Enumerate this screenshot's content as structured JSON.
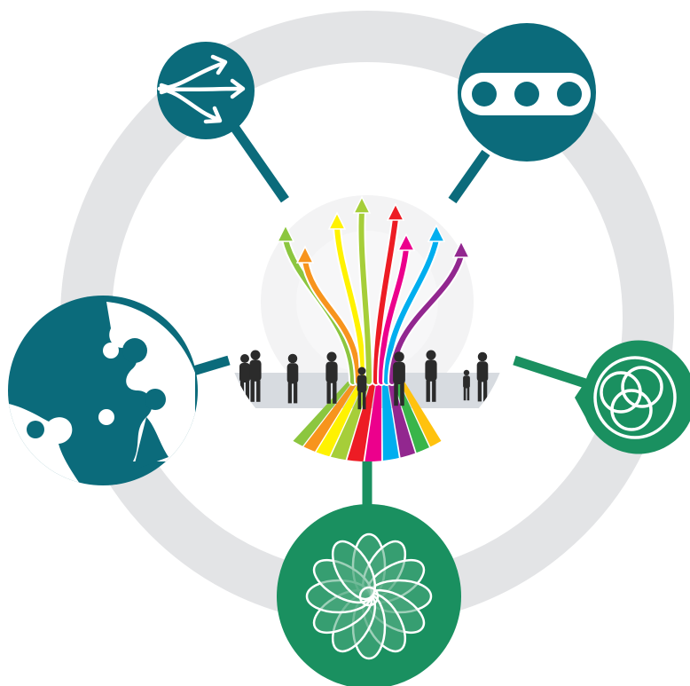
{
  "diagram": {
    "colors": {
      "ring": "#e3e4e6",
      "teal": "#0b6b7b",
      "green": "#1a9060",
      "green_light": "#4faa7f",
      "white": "#ffffff",
      "ground": "#d7dbe0",
      "people": "#2b2b2b"
    },
    "center": {
      "icon": "people-walking-on-colorful-arrows",
      "arrow_colors": [
        "#8cc63f",
        "#f7941d",
        "#fff200",
        "#a6ce39",
        "#ed1c24",
        "#ec008c",
        "#00aeef",
        "#92278f",
        "#39b54a",
        "#ffc20e"
      ]
    },
    "nodes": [
      {
        "id": "top-left",
        "icon": "branching-arrows-icon",
        "color": "#0b6b7b"
      },
      {
        "id": "top-right",
        "icon": "three-circles-icon",
        "color": "#0b6b7b"
      },
      {
        "id": "left",
        "icon": "puzzle-pieces-icon",
        "color": "#0b6b7b"
      },
      {
        "id": "right",
        "icon": "interlocking-rings-icon",
        "color": "#1a9060"
      },
      {
        "id": "bottom",
        "icon": "flower-rosette-icon",
        "color": "#1a9060"
      }
    ]
  }
}
